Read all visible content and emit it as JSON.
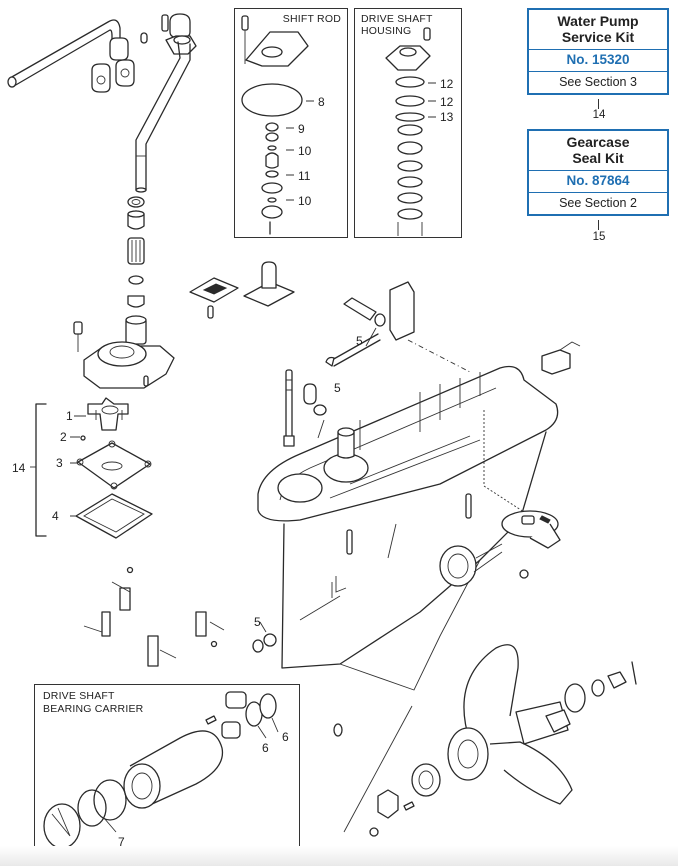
{
  "diagram": {
    "title": "Outboard Lower Unit Exploded Parts Diagram",
    "insets": {
      "shift_rod": {
        "title": "SHIFT ROD",
        "callouts": [
          "8",
          "9",
          "10",
          "11",
          "10"
        ]
      },
      "drive_shaft_housing": {
        "title_line1": "DRIVE SHAFT",
        "title_line2": "HOUSING",
        "callouts": [
          "12",
          "12",
          "13"
        ]
      },
      "drive_shaft_bearing_carrier": {
        "title_line1": "DRIVE SHAFT",
        "title_line2": "BEARING CARRIER",
        "callouts": [
          "6",
          "6",
          "7"
        ]
      }
    },
    "water_pump_callouts": {
      "group_label": "14",
      "items": [
        "1",
        "2",
        "3",
        "4"
      ]
    },
    "gearcase_callouts": [
      "5",
      "5",
      "5"
    ]
  },
  "kits": [
    {
      "name_line1": "Water Pump",
      "name_line2": "Service  Kit",
      "part_number": "No. 15320",
      "section": "See Section 3",
      "ref": "14"
    },
    {
      "name_line1": "Gearcase",
      "name_line2": "Seal  Kit",
      "part_number": "No. 87864",
      "section": "See Section 2",
      "ref": "15"
    }
  ],
  "colors": {
    "kit_accent": "#1f6fb2",
    "line_art": "#2a2a2a"
  }
}
